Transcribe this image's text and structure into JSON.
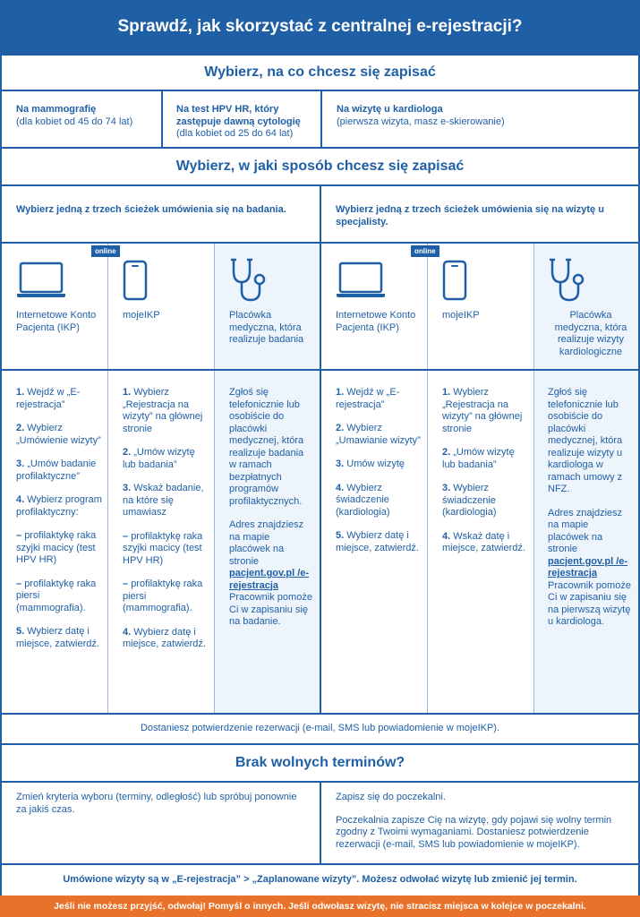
{
  "header": {
    "title": "Sprawdź, jak skorzystać z centralnej e-rejestracji?"
  },
  "section1": {
    "title": "Wybierz, na co chcesz się zapisać",
    "options": [
      {
        "bold": "Na mammografię",
        "sub": "(dla kobiet od 45 do 74 lat)"
      },
      {
        "bold": "Na test HPV HR, który zastępuje dawną cytologię",
        "sub": "(dla kobiet od 25 do 64 lat)"
      },
      {
        "bold": "Na wizytę u kardiologa",
        "sub": "(pierwsza wizyta, masz e-skierowanie)"
      }
    ]
  },
  "section2": {
    "title": "Wybierz, w jaki sposób chcesz się zapisać",
    "left_heading": "Wybierz jedną z trzech ścieżek umówienia się na badania.",
    "right_heading": "Wybierz jedną z trzech ścieżek umówienia się na wizytę u specjalisty.",
    "online_badge": "online",
    "channels": {
      "ikp": "Internetowe Konto Pacjenta (IKP)",
      "mojeikp": "mojeIKP",
      "facility_left": "Placówka medyczna, która realizuje badania",
      "facility_right": "Placówka medyczna, która realizuje wizyty kardiologiczne"
    }
  },
  "steps": {
    "col1": [
      {
        "n": "1.",
        "t": "Wejdź w „E-rejestracja”"
      },
      {
        "n": "2.",
        "t": "Wybierz „Umówienie wizyty”"
      },
      {
        "n": "3.",
        "t": "„Umów badanie profilaktyczne”"
      },
      {
        "n": "4.",
        "t": "Wybierz program profilaktyczny:"
      },
      {
        "n": "–",
        "t": "profilaktykę raka szyjki macicy (test HPV HR)"
      },
      {
        "n": "–",
        "t": "profilaktykę raka piersi (mammografia)."
      },
      {
        "n": "5.",
        "t": "Wybierz datę i miejsce, zatwierdź."
      }
    ],
    "col2": [
      {
        "n": "1.",
        "t": "Wybierz „Rejestracja na wizyty” na głównej stronie"
      },
      {
        "n": "2.",
        "t": "„Umów wizytę lub badania”"
      },
      {
        "n": "3.",
        "t": "Wskaż badanie, na które się umawiasz"
      },
      {
        "n": "–",
        "t": "profilaktykę raka szyjki macicy (test HPV HR)"
      },
      {
        "n": "–",
        "t": "profilaktykę raka piersi (mammografia)."
      },
      {
        "n": "4.",
        "t": "Wybierz datę i miejsce, zatwierdź."
      }
    ],
    "col3_p1": "Zgłoś się telefonicznie lub osobiście do placówki medycznej, która realizuje badania w ramach bezpłatnych programów profilaktycznych.",
    "col3_p2": "Adres znajdziesz na mapie placówek na stronie",
    "col3_link": "pacjent.gov.pl /e-rejestracja",
    "col3_p3": "Pracownik pomoże Ci w zapisaniu się na badanie.",
    "col4": [
      {
        "n": "1.",
        "t": "Wejdź w „E-rejestracja”"
      },
      {
        "n": "2.",
        "t": "Wybierz „Umawianie wizyty”"
      },
      {
        "n": "3.",
        "t": "Umów wizytę"
      },
      {
        "n": "4.",
        "t": "Wybierz świadczenie (kardiologia)"
      },
      {
        "n": "5.",
        "t": "Wybierz datę i miejsce, zatwierdź."
      }
    ],
    "col5": [
      {
        "n": "1.",
        "t": "Wybierz „Rejestracja na wizyty” na głównej stronie"
      },
      {
        "n": "2.",
        "t": "„Umów wizytę lub badania”"
      },
      {
        "n": "3.",
        "t": "Wybierz świadczenie (kardiologia)"
      },
      {
        "n": "4.",
        "t": "Wskaż datę i miejsce, zatwierdź."
      }
    ],
    "col6_p1": "Zgłoś się telefonicznie lub osobiście do placówki medycznej, która realizuje wizyty u kardiologa w ramach umowy z NFZ.",
    "col6_p2": "Adres znajdziesz na mapie placówek na stronie",
    "col6_link": "pacjent.gov.pl /e-rejestracja",
    "col6_p3": "Pracownik pomoże Ci w zapisaniu się na pierwszą wizytę u kardiologa."
  },
  "confirmation": "Dostaniesz potwierdzenie rezerwacji (e-mail, SMS lub powiadomienie w mojeIKP).",
  "section3": {
    "title": "Brak wolnych terminów?",
    "left": "Zmień kryteria wyboru (terminy, odległość) lub spróbuj ponownie za jakiś czas.",
    "right_p1": "Zapisz się do poczekalni.",
    "right_p2": "Poczekalnia zapisze Cię na wizytę, gdy pojawi się wolny termin zgodny z Twoimi wymaganiami. Dostaniesz potwierdzenie rezerwacji (e-mail, SMS lub powiadomienie w mojeIKP)."
  },
  "bottom_note": "Umówione wizyty są w „E-rejestracja” > „Zaplanowane wizyty”. Możesz odwołać wizytę lub zmienić jej termin.",
  "footer": "Jeśli nie możesz przyjść, odwołaj! Pomyśl o innych. Jeśli odwołasz wizytę, nie stracisz miejsca w kolejce w poczekalni.",
  "icons": {
    "laptop": "laptop-icon",
    "phone": "smartphone-icon",
    "stethoscope": "stethoscope-icon"
  },
  "colors": {
    "primary": "#1f5fa6",
    "shade": "#eef4fb",
    "footer": "#e8722a"
  }
}
